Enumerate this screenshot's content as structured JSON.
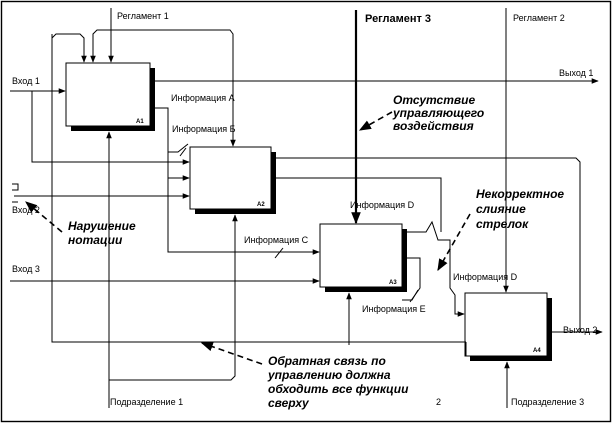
{
  "labels": {
    "reg1": "Регламент 1",
    "reg3": "Регламент 3",
    "reg2": "Регламент 2",
    "in1": "Вход 1",
    "in2": "Вход 2",
    "in3": "Вход 3",
    "out1": "Выход 1",
    "out2": "Выход 2",
    "infoA": "Информация А",
    "infoB": "Информация Б",
    "infoC": "Информация С",
    "infoD1": "Информация D",
    "infoD2": "Информация D",
    "infoE": "Информация Е",
    "div1": "Подразделение 1",
    "div3": "Подразделение 3",
    "div2mark": "2"
  },
  "boxes": [
    "А1",
    "А2",
    "А3",
    "А4"
  ],
  "notes": {
    "noControl": [
      "Отсутствие",
      "управляющего",
      "воздействия"
    ],
    "badMerge": [
      "Некорректное",
      "слияние",
      "стрелок"
    ],
    "notation": [
      "Нарушение",
      "нотации"
    ],
    "feedback": [
      "Обратная связь по",
      "управлению должна",
      "обходить все функции",
      "сверху"
    ]
  }
}
